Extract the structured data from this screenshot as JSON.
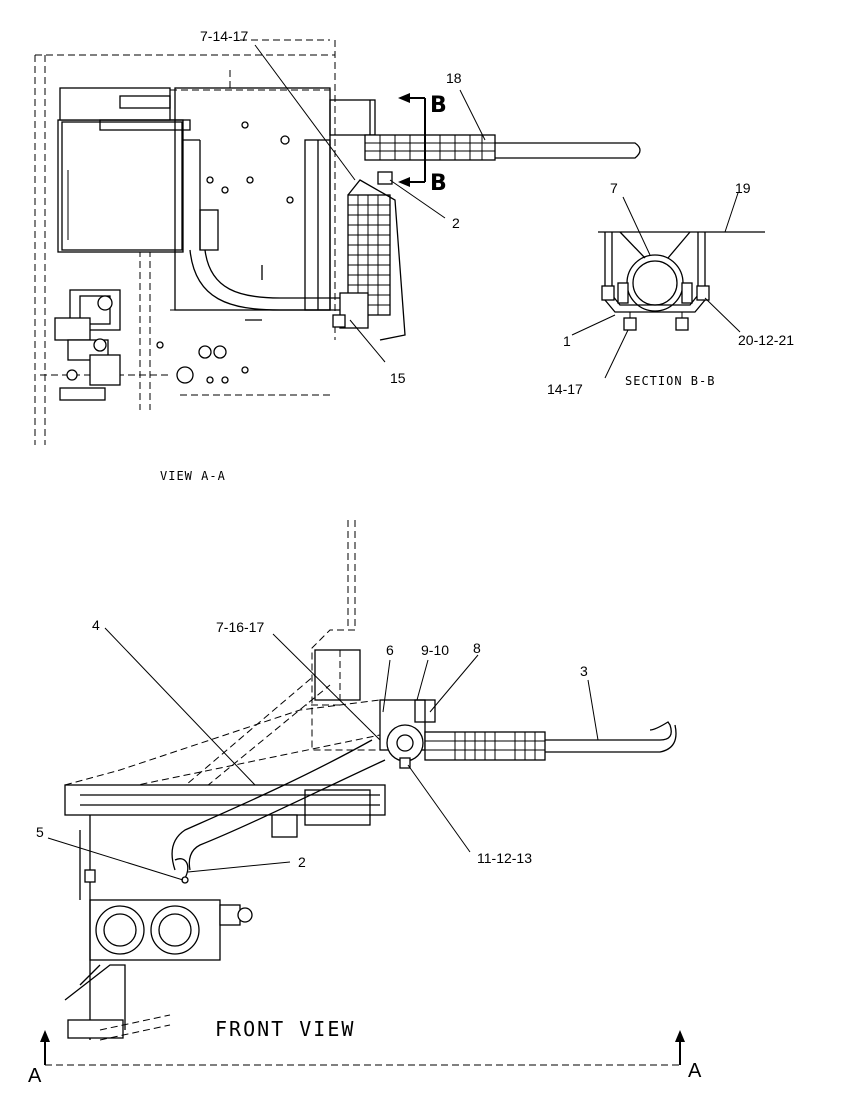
{
  "views": {
    "top_view": {
      "caption": "VIEW A-A"
    },
    "section": {
      "caption": "SECTION B-B"
    },
    "front_view": {
      "caption": "FRONT VIEW"
    }
  },
  "section_markers": {
    "upper": "B",
    "lower": "B"
  },
  "view_markers": {
    "left": "A",
    "right": "A"
  },
  "callouts": {
    "top": {
      "c_7_14_17": "7-14-17",
      "c_18": "18",
      "c_2": "2",
      "c_15": "15"
    },
    "section": {
      "c_7": "7",
      "c_19": "19",
      "c_1": "1",
      "c_20_12_21": "20-12-21",
      "c_14_17": "14-17"
    },
    "front": {
      "c_4": "4",
      "c_7_16_17": "7-16-17",
      "c_6": "6",
      "c_9_10": "9-10",
      "c_8": "8",
      "c_3": "3",
      "c_11_12_13": "11-12-13",
      "c_5": "5",
      "c_2": "2"
    }
  }
}
